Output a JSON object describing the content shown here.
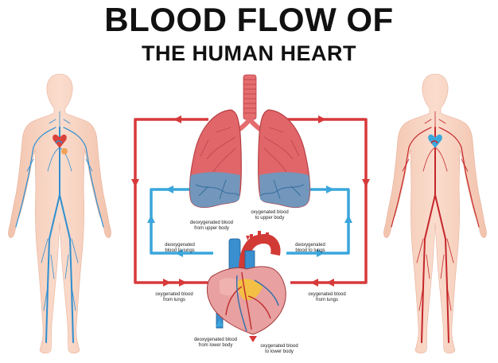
{
  "title": {
    "line1": "BLOOD FLOW OF",
    "line2": "THE HUMAN HEART"
  },
  "labels": {
    "deoxy_upper_top": "deoxygenated blood\nfrom upper body",
    "oxy_upper_top": "oxygenated blood\nto upper body",
    "deoxy_lungs": "deoxygenated\nblood to lungs",
    "oxy_lungs_right": "deoxygenated\nblood to lungs",
    "oxy_from_lungs_left": "oxygenated blood\nfrom lungs",
    "oxy_from_lungs_right": "oxygenated blood\nfrom lungs",
    "deoxy_lower": "deoxygenated blood\nfrom lower body",
    "oxy_lower": "oxygenated blood\nto lower body"
  },
  "colors": {
    "oxygenated": "#d7393a",
    "deoxygenated": "#3aa6dc",
    "skin": "#f7d1bf",
    "vein": "#2e8fd1",
    "artery": "#c5262a",
    "lung": "#e0666a",
    "lung_dark": "#b84045"
  },
  "icons": {
    "left_body": "human-body-veins-icon",
    "right_body": "human-body-arteries-icon",
    "lungs": "lungs-icon",
    "heart": "heart-icon"
  }
}
